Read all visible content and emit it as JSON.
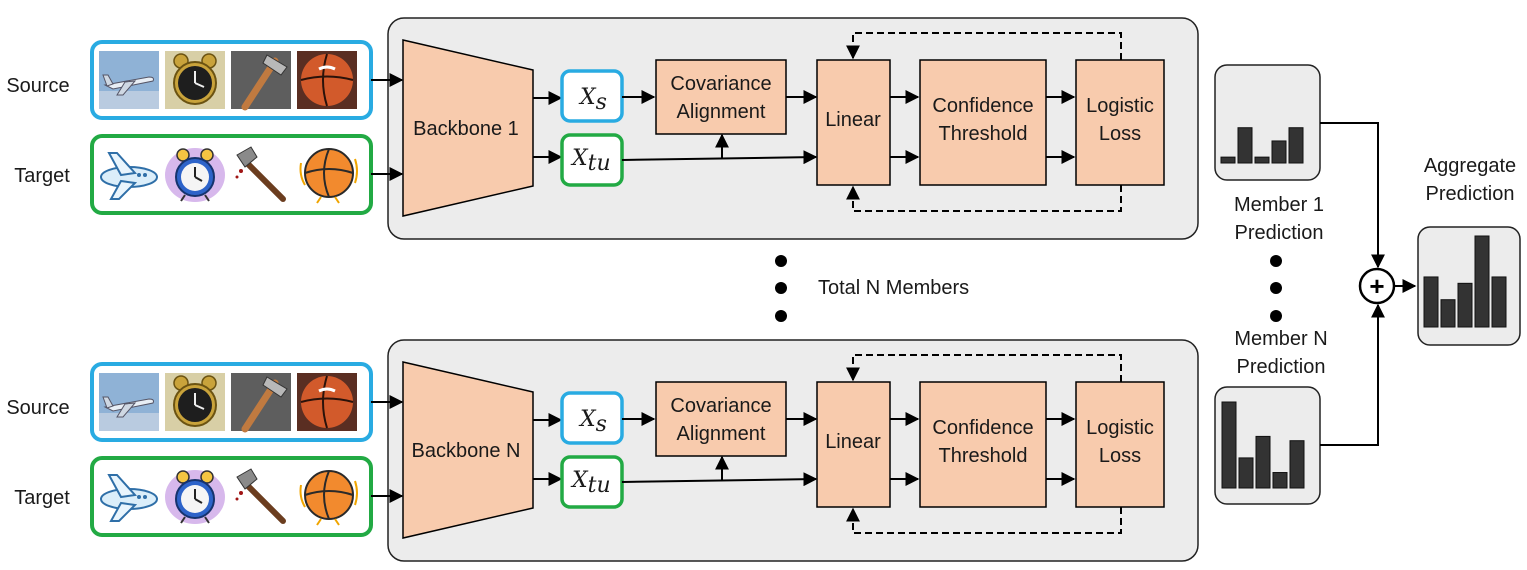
{
  "members": [
    {
      "source_label": "Source",
      "target_label": "Target",
      "backbone_label": "Backbone 1",
      "xs_main": "X",
      "xs_sub": "s",
      "xtu_main": "X",
      "xtu_sub": "tu",
      "cov_line1": "Covariance",
      "cov_line2": "Alignment",
      "linear_label": "Linear",
      "conf_line1": "Confidence",
      "conf_line2": "Threshold",
      "logistic_line1": "Logistic",
      "logistic_line2": "Loss"
    },
    {
      "source_label": "Source",
      "target_label": "Target",
      "backbone_label": "Backbone N",
      "xs_main": "X",
      "xs_sub": "s",
      "xtu_main": "X",
      "xtu_sub": "tu",
      "cov_line1": "Covariance",
      "cov_line2": "Alignment",
      "linear_label": "Linear",
      "conf_line1": "Confidence",
      "conf_line2": "Threshold",
      "logistic_line1": "Logistic",
      "logistic_line2": "Loss"
    }
  ],
  "total_members_label": "Total N Members",
  "member1_prediction": {
    "line1": "Member 1",
    "line2": "Prediction",
    "bars": [
      0.12,
      0.72,
      0.12,
      0.45,
      0.72
    ]
  },
  "memberN_prediction": {
    "line1": "Member N",
    "line2": "Prediction",
    "bars": [
      1.0,
      0.35,
      0.6,
      0.18,
      0.55
    ]
  },
  "aggregate_prediction": {
    "line1": "Aggregate",
    "line2": "Prediction",
    "bars": [
      0.55,
      0.3,
      0.48,
      1.0,
      0.55
    ]
  },
  "sum_symbol": "+",
  "colors": {
    "source_border": "#29abe2",
    "target_border": "#22aa44",
    "block_fill": "#f8cbad",
    "panel_fill": "#ececec",
    "bar_fill": "#333333"
  },
  "icons": {
    "source": [
      "airplane-photo",
      "alarm-clock-photo",
      "axe-photo",
      "basketball-photo"
    ],
    "target": [
      "airplane-clipart",
      "alarm-clock-clipart",
      "axe-clipart",
      "basketball-clipart"
    ]
  }
}
